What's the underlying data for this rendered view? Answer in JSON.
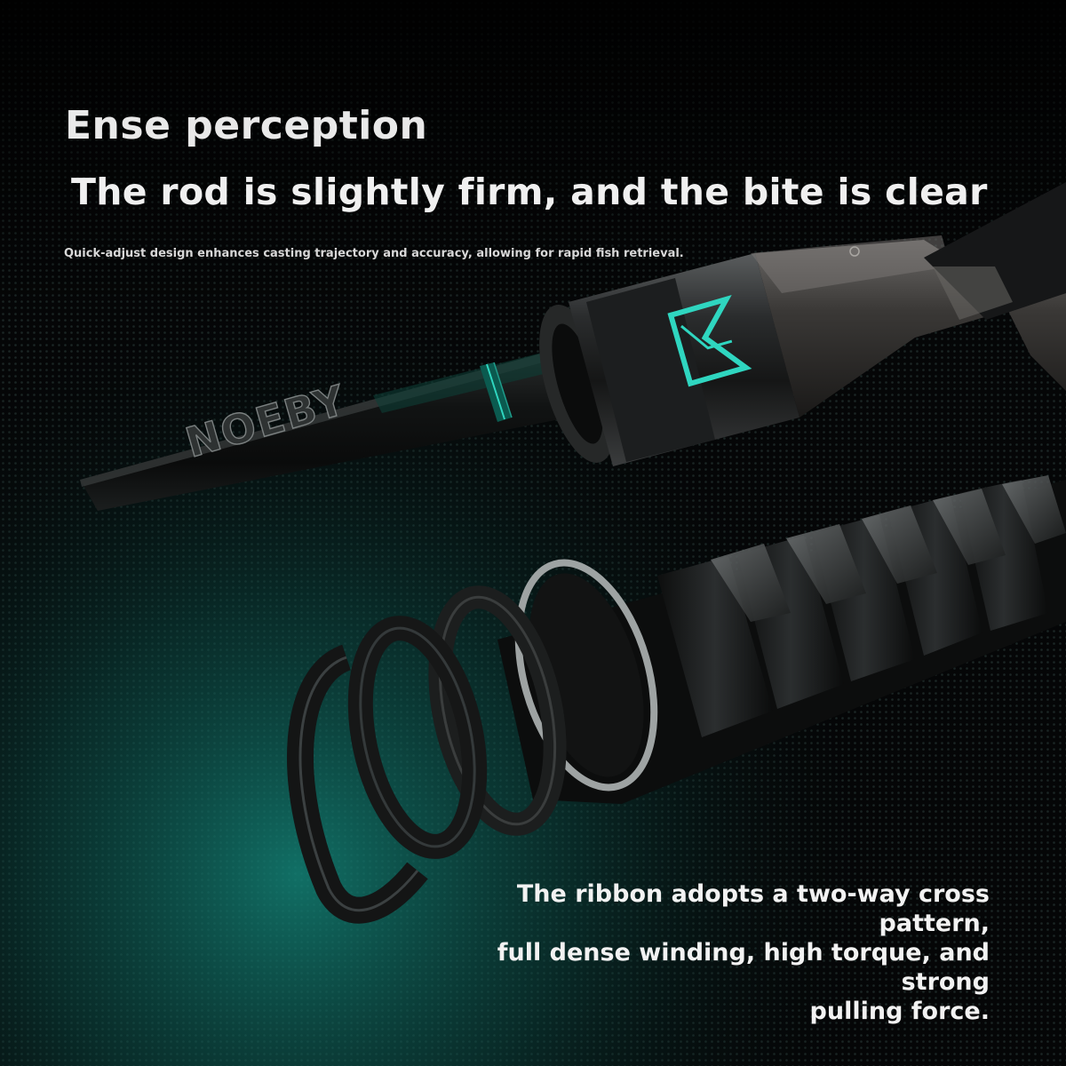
{
  "headline": "Ense perception",
  "subheadline": "The rod is slightly firm, and the bite is clear",
  "tagline": "Quick-adjust design enhances casting trajectory and accuracy, allowing for rapid fish retrieval.",
  "rod_brand_text": "NOEBY",
  "ribbon_note": {
    "line1": "The ribbon adopts a two-way cross pattern,",
    "line2": "full dense winding, high torque, and strong",
    "line3": "pulling force."
  },
  "colors": {
    "background": "#050607",
    "accent_teal": "#2fd6c0",
    "glow_teal": "#0f6b62",
    "text": "#ededed"
  }
}
